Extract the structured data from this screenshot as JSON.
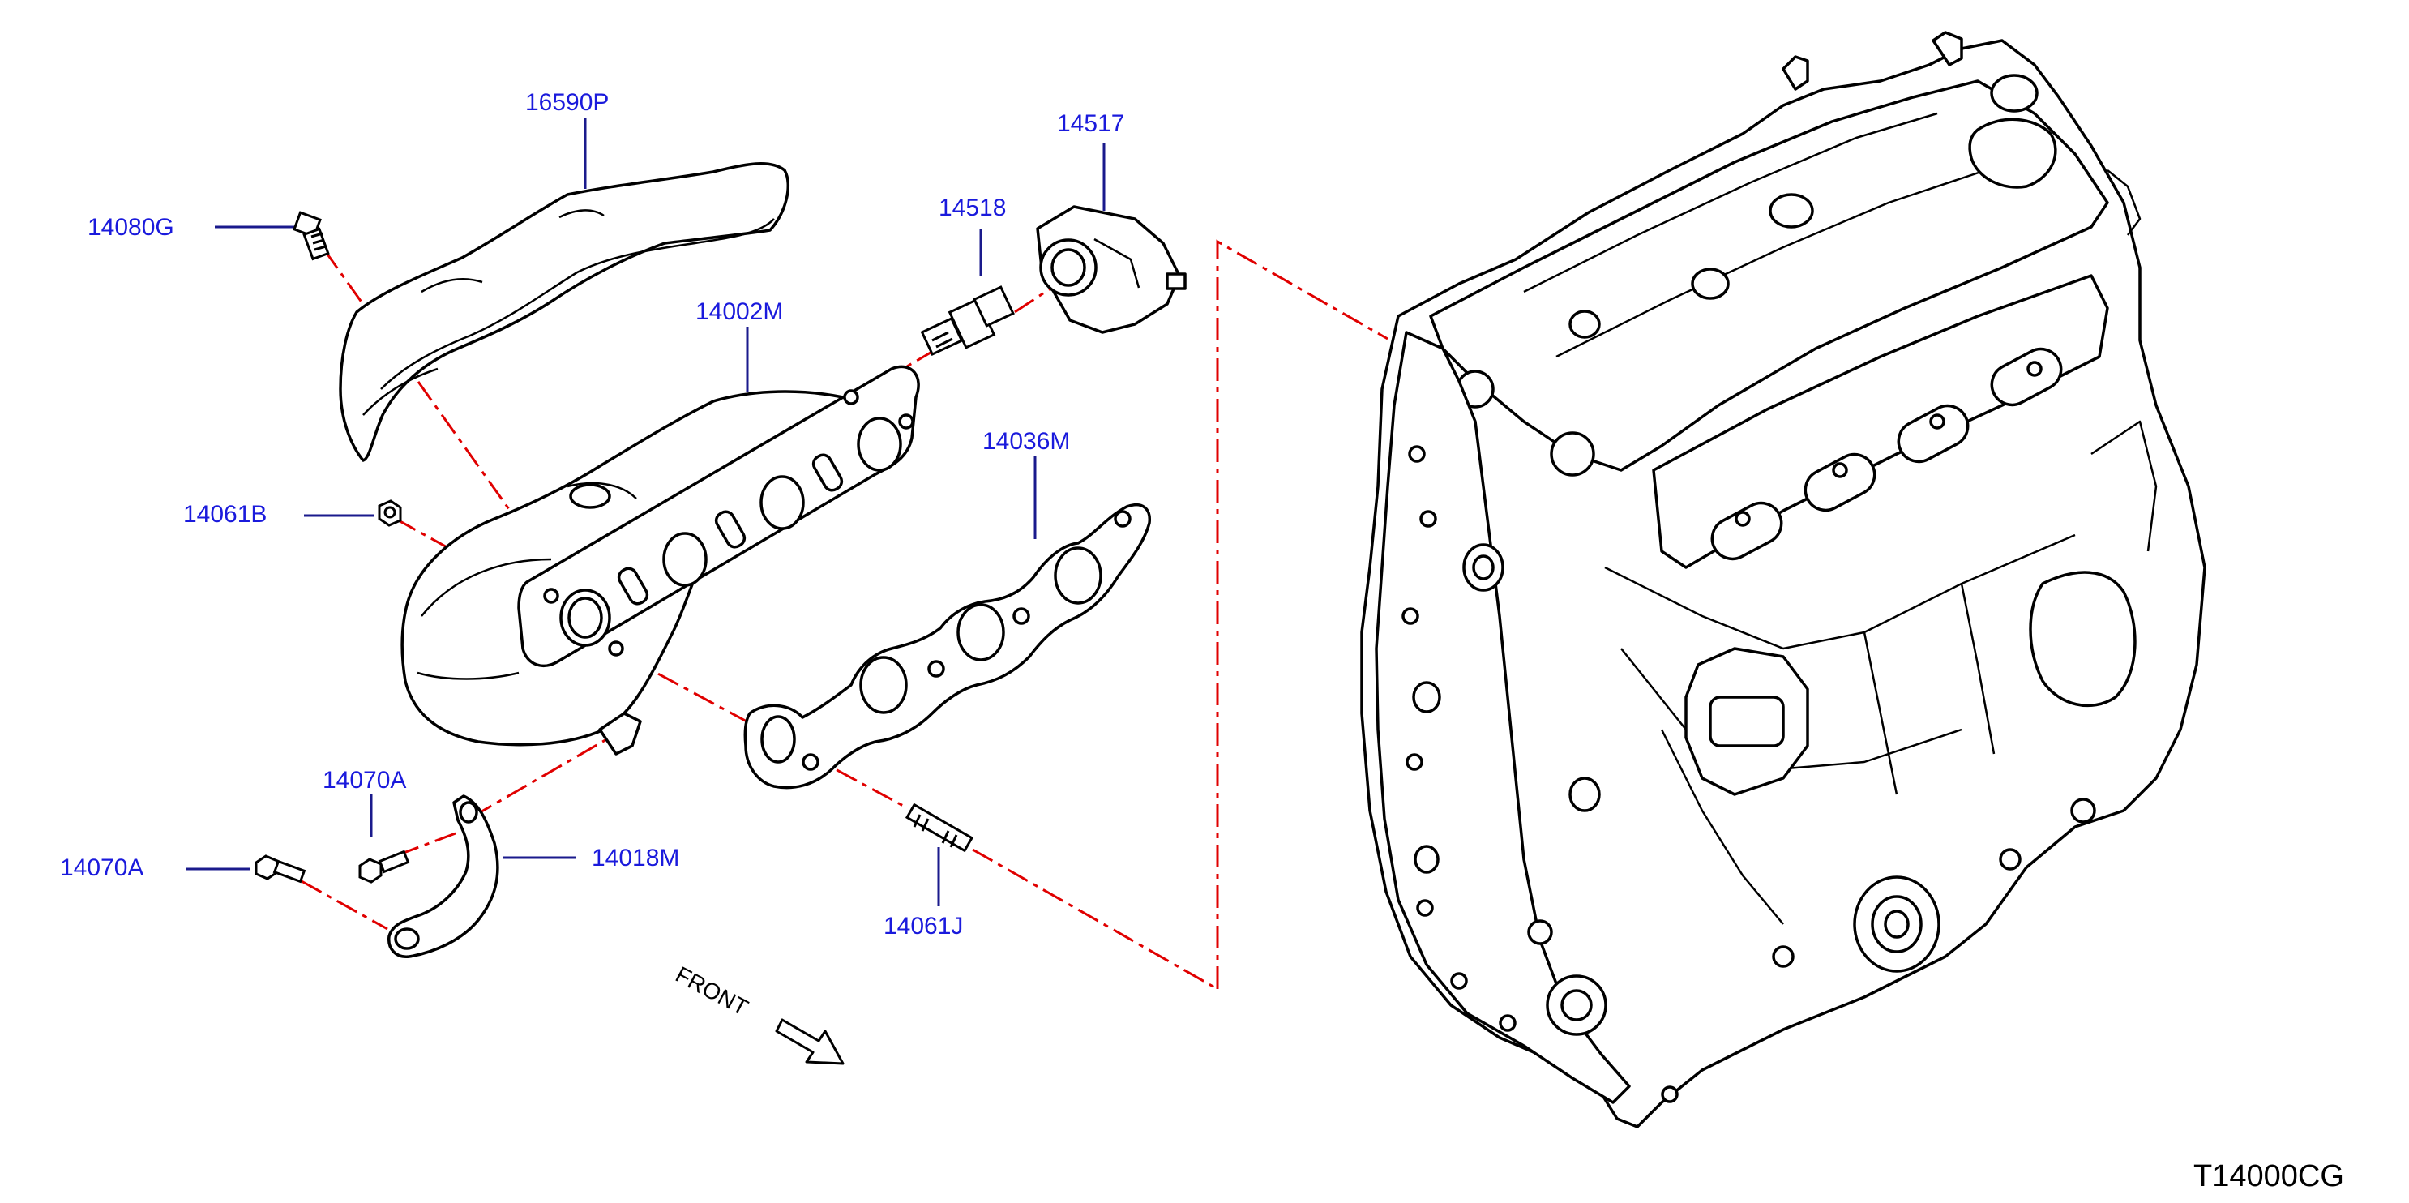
{
  "parts": {
    "heat_insulator": "16590P",
    "heat_insulator_bolt": "14080G",
    "exhaust_manifold": "14002M",
    "air_fuel_sensor": "14518",
    "sensor_unit": "14517",
    "manifold_nut": "14061B",
    "manifold_gasket": "14036M",
    "bracket_bolt_upper": "14070A",
    "bracket_bolt_lower": "14070A",
    "manifold_bracket": "14018M",
    "manifold_stud": "14061J"
  },
  "direction_label": "FRONT",
  "diagram_code": "T14000CG",
  "colors": {
    "label": "#1a1adc",
    "leader": "#1a1a8c",
    "dash_line": "#e00000",
    "drawing": "#000000"
  }
}
